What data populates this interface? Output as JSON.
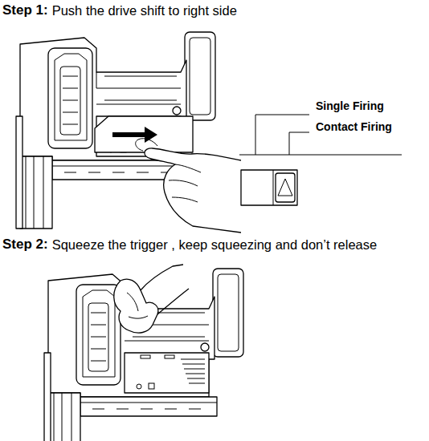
{
  "diagram": {
    "labels": [
      "Step 1:",
      "Push the drive shift to right side",
      "Single Firing",
      "Contact Firing",
      "Step 2:",
      "Squeeze the trigger , keep squeezing and don’t release"
    ]
  }
}
